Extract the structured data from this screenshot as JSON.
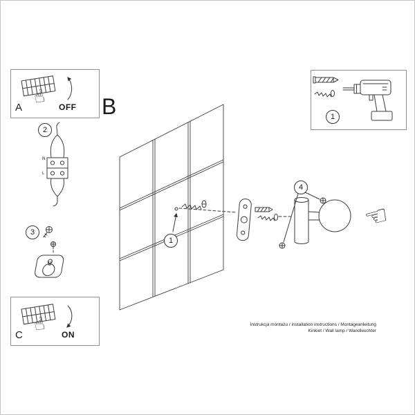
{
  "sheet": {
    "section_label": "B"
  },
  "panel_a": {
    "label": "A",
    "state": "OFF"
  },
  "panel_c": {
    "label": "C",
    "state": "ON"
  },
  "badges": {
    "tools_step": "1",
    "wall_step": "1",
    "wiring_step": "2",
    "plate_step": "3",
    "lamp_step": "4"
  },
  "wiring": {
    "n_label": "N",
    "l_label": "L"
  },
  "icons": {
    "hand_point_up": "☝",
    "hand_point_left": "☜"
  },
  "footer": {
    "line1": "Instrukcja montażu / installation instructions / Montageanleitung",
    "line2": "Kinkiet / Wall lamp / Wandleuchter"
  },
  "colors": {
    "ink": "#3a3a3a",
    "border": "#c4c4c4"
  }
}
